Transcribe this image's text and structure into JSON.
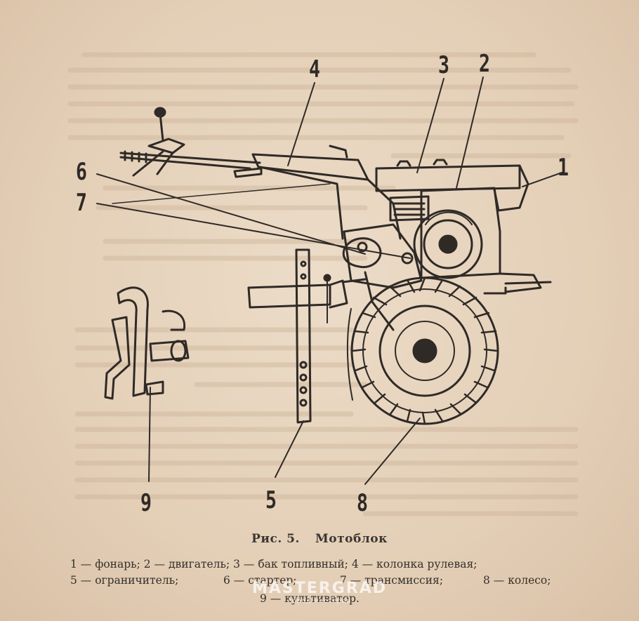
{
  "figure": {
    "callouts": [
      "1",
      "2",
      "3",
      "4",
      "5",
      "6",
      "7",
      "8",
      "9"
    ]
  },
  "caption": {
    "number": "Рис. 5.",
    "title": "Мотоблок"
  },
  "legend": {
    "line1": "1 — фонарь; 2 — двигатель; 3 — бак топливный; 4 — колонка рулевая;",
    "line2_a": "5 — ограничитель;",
    "line2_b": "6 — стартер;",
    "line2_c": "7 — трансмиссия;",
    "line2_d": "8 — колесо;",
    "line3": "9 — культиватор."
  },
  "watermark": {
    "brand": "MASTERGRAD",
    "tagline": "город мастеров"
  },
  "colors": {
    "paper": "#e7d3bd",
    "ink": "#2e2a26"
  }
}
